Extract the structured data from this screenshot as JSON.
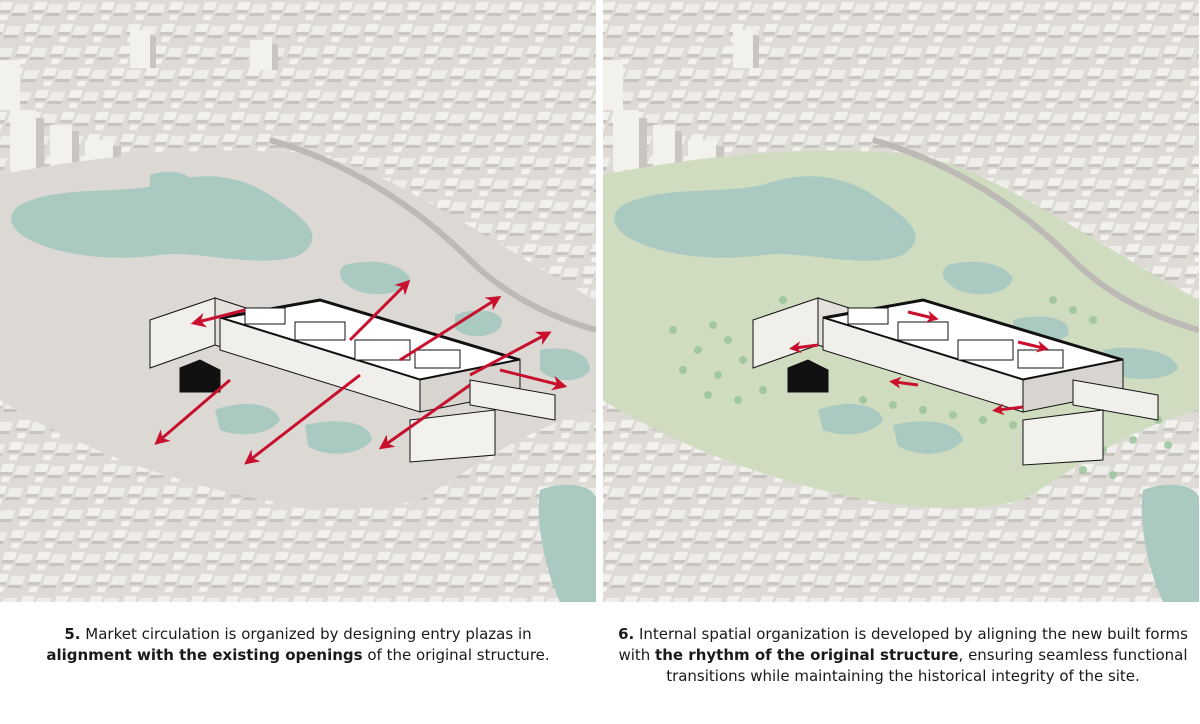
{
  "colors": {
    "ground": "#dedbd7",
    "building": "#f1efec",
    "building_shadow": "#c9c5c0",
    "water": "#a9c9c1",
    "greenery": "#cfdcbf",
    "tree": "#9cc59c",
    "arrow": "#c8102e",
    "outline": "#111111"
  },
  "panels": [
    {
      "number": "5.",
      "text_a": " Market circulation is organized by designing entry plazas in ",
      "bold": "alignment with the existing openings",
      "text_b": " of the original structure."
    },
    {
      "number": "6.",
      "text_a": " Internal spatial organization is developed by aligning the new built forms with ",
      "bold": "the rhythm of the original structure",
      "text_b": ", ensuring seamless functional transitions while maintaining the historical integrity of the site."
    }
  ]
}
